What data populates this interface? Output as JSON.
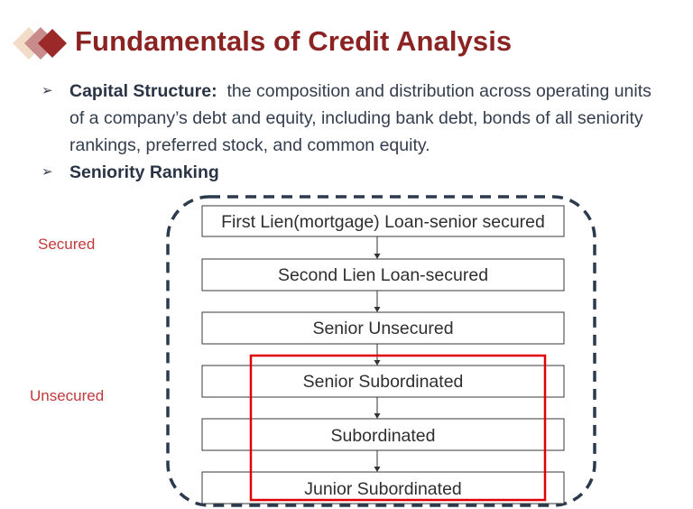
{
  "slide": {
    "title": "Fundamentals of Credit Analysis",
    "bullets": [
      {
        "term": "Capital Structure:",
        "text_line1": "the composition and distribution across operating units",
        "text_line2": "of a company’s debt and equity, including bank debt, bonds of all seniority",
        "text_line3": "rankings, preferred stock, and common equity."
      },
      {
        "term": "Seniority Ranking"
      }
    ]
  },
  "diagram": {
    "side_labels": {
      "secured": "Secured",
      "unsecured": "Unsecured"
    },
    "ranks": [
      "First Lien(mortgage) Loan-senior secured",
      "Second Lien Loan-secured",
      "Senior Unsecured",
      "Senior Subordinated",
      "Subordinated",
      "Junior Subordinated"
    ],
    "colors": {
      "title": "#8b2323",
      "dashed_border": "#2c3a4d",
      "highlight_box": "#e00000",
      "side_label": "#c0393b"
    }
  }
}
